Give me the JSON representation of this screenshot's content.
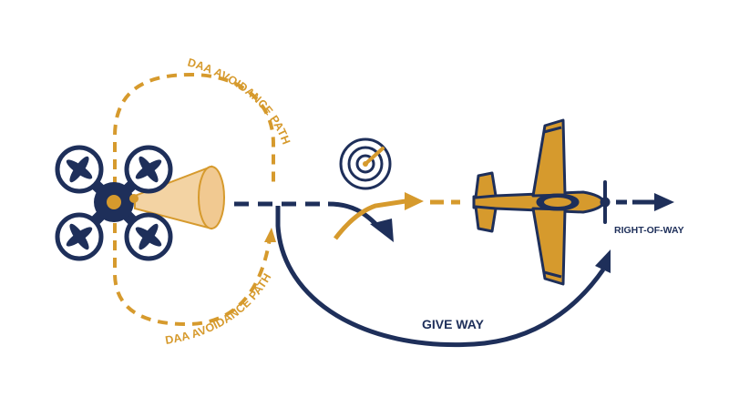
{
  "labels": {
    "upper_path": "DAA AVOIDANCE PATH",
    "lower_path": "DAA AVOIDANCE PATH",
    "give_way": "GIVE WAY",
    "right_of_way": "RIGHT-OF-WAY"
  },
  "colors": {
    "navy": "#1E2F5A",
    "gold": "#D69A2D",
    "cone_fill": "#F3D3A3",
    "cone_stroke": "#D69A2D"
  },
  "icons": {
    "drone": "quadcopter-drone-icon",
    "sensor_cone": "detection-cone",
    "radar": "radar-icon",
    "aircraft": "manned-aircraft-icon"
  }
}
